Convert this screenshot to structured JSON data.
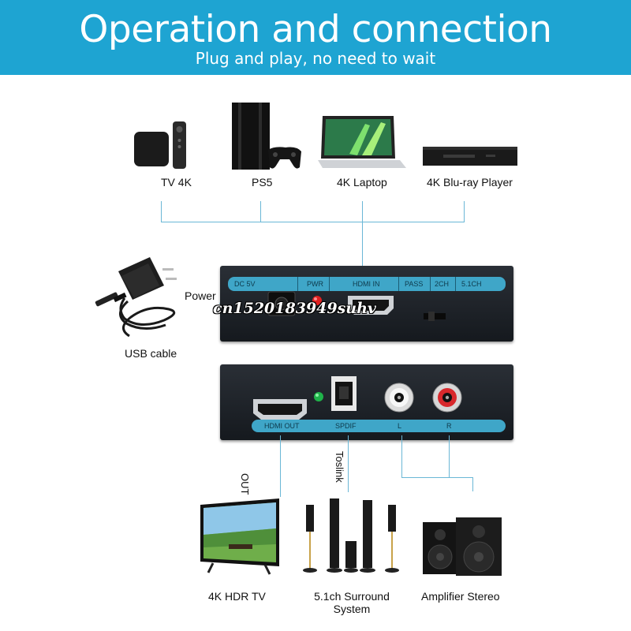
{
  "header": {
    "title": "Operation and connection",
    "subtitle": "Plug and play, no need to wait",
    "color": "#1ea4d2"
  },
  "sources": [
    {
      "label": "TV 4K",
      "icon": "tv-box-icon"
    },
    {
      "label": "PS5",
      "icon": "game-console-icon"
    },
    {
      "label": "4K Laptop",
      "icon": "laptop-icon"
    },
    {
      "label": "4K Blu-ray Player",
      "icon": "bluray-player-icon"
    }
  ],
  "power": {
    "power_label": "Power",
    "cable_label": "USB cable"
  },
  "front_panel": {
    "labels": [
      "DC 5V",
      "PWR",
      "HDMI IN",
      "PASS",
      "2CH",
      "5.1CH"
    ]
  },
  "rear_panel": {
    "labels": [
      "HDMI OUT",
      "SPDIF",
      "L",
      "R"
    ]
  },
  "connections": {
    "out_label": "OUT",
    "toslink_label": "Toslink"
  },
  "outputs": [
    {
      "label": "4K HDR TV",
      "icon": "tv-icon"
    },
    {
      "label": "5.1ch Surround System",
      "label_line1": "5.1ch Surround",
      "label_line2": "System",
      "icon": "speaker-towers-icon"
    },
    {
      "label": "Amplifier Stereo",
      "icon": "stereo-speakers-icon"
    }
  ],
  "watermark": "cn1520183949suhv",
  "accent_line_color": "#6ab7d6"
}
